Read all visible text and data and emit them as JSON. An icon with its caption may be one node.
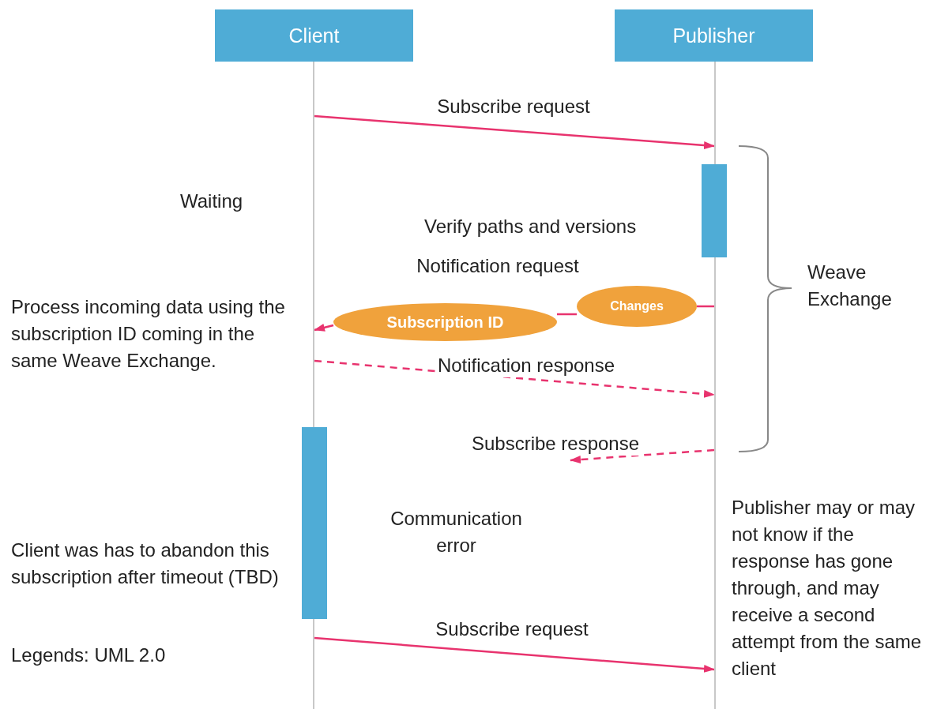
{
  "diagram": {
    "nodes": [
      {
        "text": [
          "Client"
        ]
      },
      {
        "text": [
          "Publisher"
        ]
      },
      {
        "text": [],
        "shape": "line"
      },
      {
        "text": [],
        "shape": "line"
      },
      {
        "text": [],
        "shape": "bar"
      },
      {
        "text": [
          "Changes"
        ]
      },
      {
        "text": [
          "Subscription ID"
        ]
      },
      {
        "text": [],
        "shape": "bar"
      }
    ],
    "edges": [
      {
        "from": 2,
        "to": 3,
        "arrow": "to",
        "label": "Subscribe request"
      },
      {
        "from": 3,
        "to": 5,
        "arrow": "none"
      },
      {
        "from": 5,
        "to": 6,
        "arrow": "none",
        "label": "Notification request"
      },
      {
        "from": 6,
        "to": 2,
        "arrow": "to"
      },
      {
        "from": 2,
        "to": 3,
        "arrow": "to",
        "style": "dashed",
        "label": "Notification response"
      },
      {
        "from": 3,
        "to": null,
        "arrow": "to",
        "style": "dashed",
        "label": "Subscribe response"
      },
      {
        "from": 2,
        "to": 3,
        "arrow": "to",
        "label": "Subscribe request"
      }
    ],
    "labels": [
      "Waiting",
      "Verify paths and versions",
      "Weave Exchange",
      "Process incoming data using the subscription ID coming in the same Weave Exchange.",
      "Communication error",
      "Publisher may or may not know if the response has gone through, and may receive a second attempt from the same client",
      "Client was has to abandon this subscription after timeout (TBD)",
      "Legends: UML 2.0"
    ]
  }
}
